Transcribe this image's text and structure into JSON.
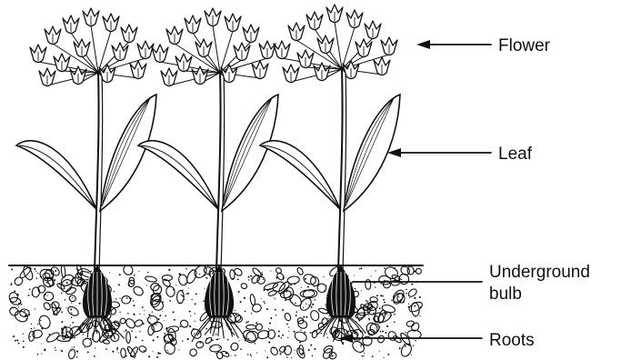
{
  "labels": {
    "flower": "Flower",
    "leaf": "Leaf",
    "bulb_line1": "Underground",
    "bulb_line2": "bulb",
    "roots": "Roots"
  },
  "plants": {
    "count": 3
  },
  "colors": {
    "ink": "#111111",
    "soil_fill": "#ffffff",
    "background": "#ffffff"
  }
}
